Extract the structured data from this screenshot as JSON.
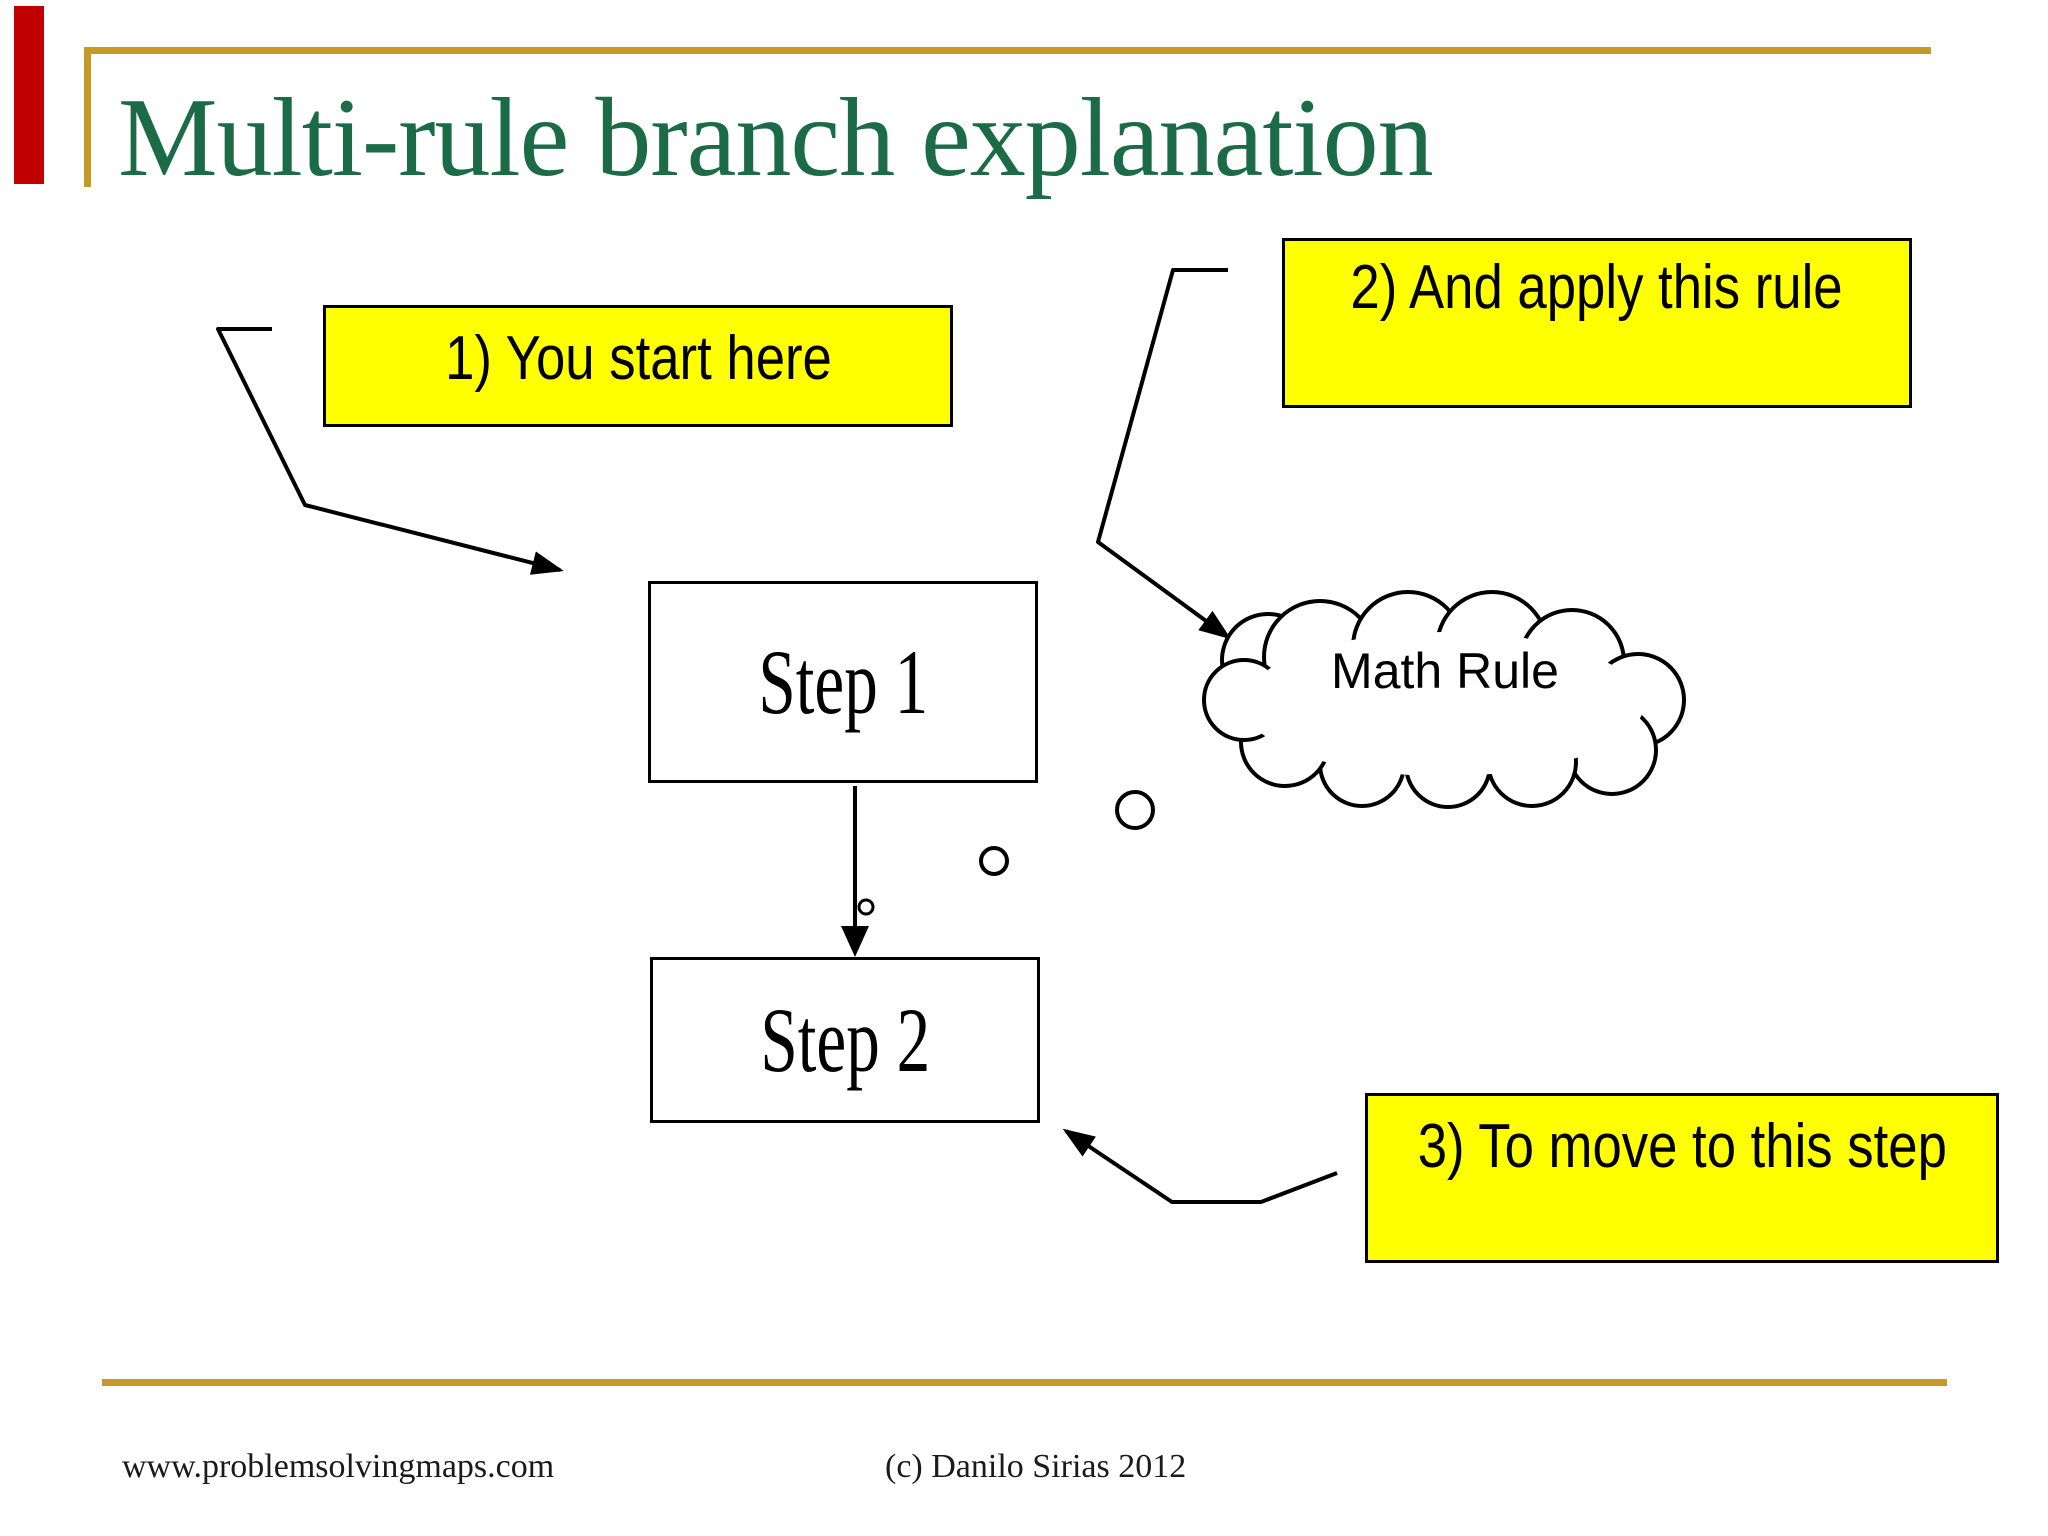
{
  "title": "Multi-rule branch explanation",
  "callouts": [
    {
      "label": "1) You start here"
    },
    {
      "label": "2) And apply this rule"
    },
    {
      "label": "3) To move to this step"
    }
  ],
  "steps": [
    {
      "label": "Step 1"
    },
    {
      "label": "Step 2"
    }
  ],
  "cloud": {
    "label": "Math Rule"
  },
  "footer": {
    "site": "www.problemsolvingmaps.com",
    "credit": "(c) Danilo Sirias 2012"
  },
  "colors": {
    "accent_gold": "#C39B26",
    "title_green": "#1C6B47",
    "callout_yellow": "#FFFF00",
    "accent_red": "#C00000",
    "ink": "#000000"
  }
}
